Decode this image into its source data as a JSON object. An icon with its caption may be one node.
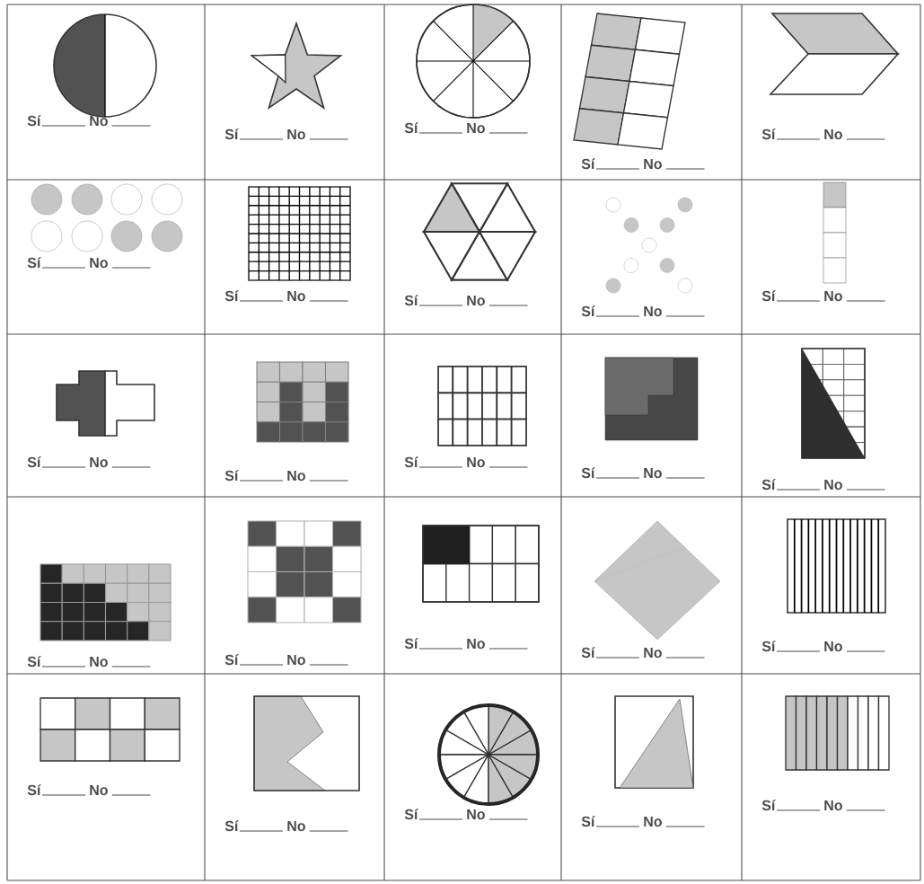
{
  "diagram": {
    "labels": [
      "Sí",
      "No",
      "Sí",
      "No",
      "Sí",
      "No",
      "Sí",
      "No",
      "Sí",
      "No",
      "Sí",
      "No",
      "Sí",
      "No",
      "Sí",
      "No",
      "Sí",
      "No",
      "Sí",
      "No",
      "Sí",
      "No",
      "Sí",
      "No",
      "Sí",
      "No",
      "Sí",
      "No",
      "Sí",
      "No",
      "Sí",
      "No",
      "Sí",
      "No",
      "Sí",
      "No",
      "Sí",
      "No",
      "Sí",
      "No",
      "Sí",
      "No",
      "Sí",
      "No",
      "Sí",
      "No",
      "Sí",
      "No",
      "Sí",
      "No"
    ]
  }
}
